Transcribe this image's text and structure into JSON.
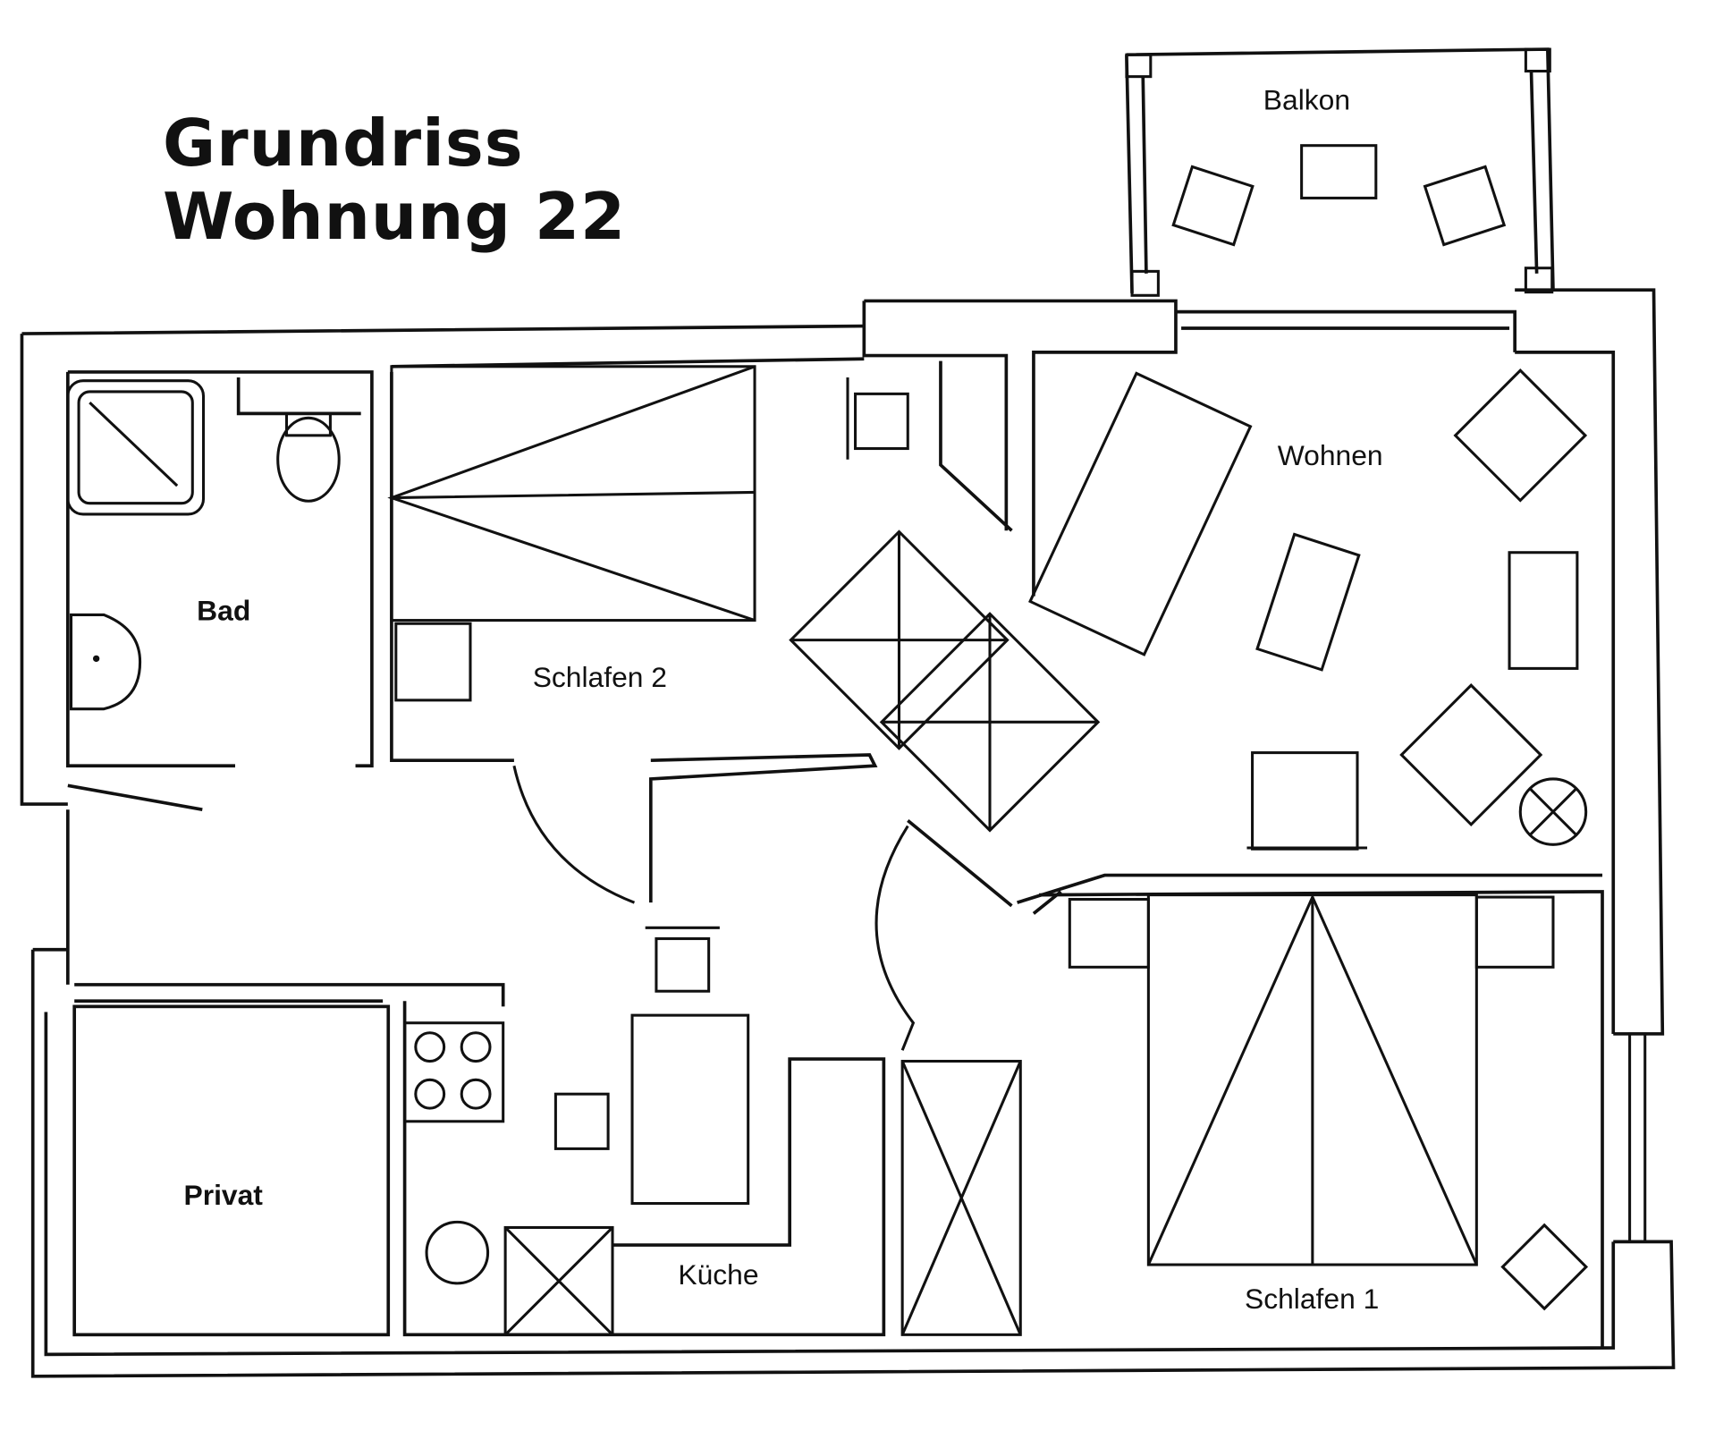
{
  "title": {
    "line1": "Grundriss",
    "line2": "Wohnung 22"
  },
  "rooms": {
    "balkon": "Balkon",
    "wohnen": "Wohnen",
    "bad": "Bad",
    "schlafen2": "Schlafen 2",
    "privat": "Privat",
    "kueche": "Küche",
    "schlafen1": "Schlafen 1"
  }
}
